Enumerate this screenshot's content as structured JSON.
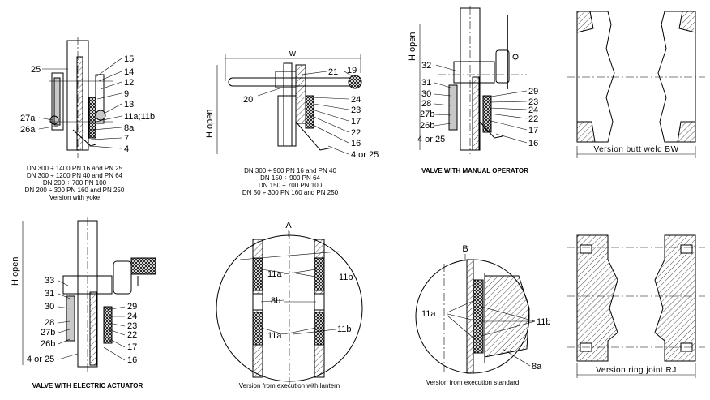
{
  "d1": {
    "labels": [
      "25",
      "15",
      "14",
      "12",
      "9",
      "13",
      "11a;11b",
      "27a",
      "26a",
      "8a",
      "7",
      "4"
    ],
    "caption": [
      "DN 300 ÷ 1400 PN 16 and PN 25",
      "DN 300 ÷ 1200 PN 40 and PN 64",
      "DN 200 ÷ 700 PN 100",
      "DN 200 ÷ 300 PN 160 and PN 250",
      "Version with yoke"
    ]
  },
  "d2": {
    "labels": [
      "w",
      "21",
      "19",
      "20",
      "24",
      "23",
      "17",
      "22",
      "16",
      "4 or 25"
    ],
    "h_open": "H open",
    "caption": [
      "DN 300 ÷ 900 PN 16 and PN 40",
      "DN 150 ÷ 900 PN 64",
      "DN 150 ÷ 700 PN 100",
      "DN 50 ÷ 300 PN 160 and PN 250"
    ]
  },
  "d3": {
    "h_open": "H open",
    "labels": [
      "32",
      "31",
      "30",
      "28",
      "27b",
      "26b",
      "4 or 25",
      "29",
      "23",
      "24",
      "22",
      "17",
      "16"
    ],
    "caption": "VALVE WITH MANUAL OPERATOR"
  },
  "d4": {
    "caption": "Version butt weld BW"
  },
  "d5": {
    "h_open": "H open",
    "labels": [
      "33",
      "31",
      "30",
      "28",
      "27b",
      "26b",
      "4 or 25",
      "29",
      "24",
      "23",
      "22",
      "17",
      "16"
    ],
    "caption": "VALVE WITH ELECTRIC ACTUATOR"
  },
  "d6": {
    "letter": "A",
    "labels": [
      "11a",
      "11b",
      "8b",
      "11a",
      "11b"
    ],
    "caption": "Version from execution with lantern"
  },
  "d7": {
    "letter": "B",
    "labels": [
      "11a",
      "11b",
      "8a"
    ],
    "caption": "Version from execution standard"
  },
  "d8": {
    "caption": "Version ring joint RJ"
  }
}
